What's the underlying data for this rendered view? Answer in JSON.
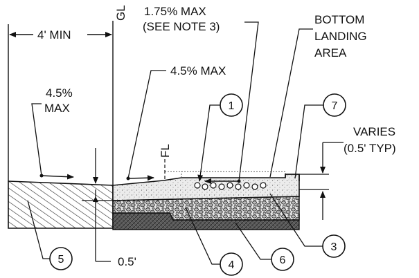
{
  "diagram": {
    "labels": {
      "gl": "GL",
      "four_ft_min": "4' MIN",
      "slope_max_line1": "1.75% MAX",
      "slope_max_line2": "(SEE NOTE 3)",
      "landing_line1": "BOTTOM",
      "landing_line2": "LANDING",
      "landing_line3": "AREA",
      "gutter_slope": "4.5% MAX",
      "street_slope_line1": "4.5%",
      "street_slope_line2": "MAX",
      "fl": "FL",
      "varies_line1": "VARIES",
      "varies_line2": "(0.5' TYP)",
      "half_foot": "0.5'"
    },
    "callouts": [
      "1",
      "3",
      "4",
      "5",
      "6",
      "7"
    ]
  },
  "colors": {
    "ink": "#111111",
    "asphalt_hatch": "#333333",
    "base_fill": "#4a4a4a",
    "aggregate_fill": "#d9d9d9",
    "concrete_fill": "#ebebeb"
  }
}
